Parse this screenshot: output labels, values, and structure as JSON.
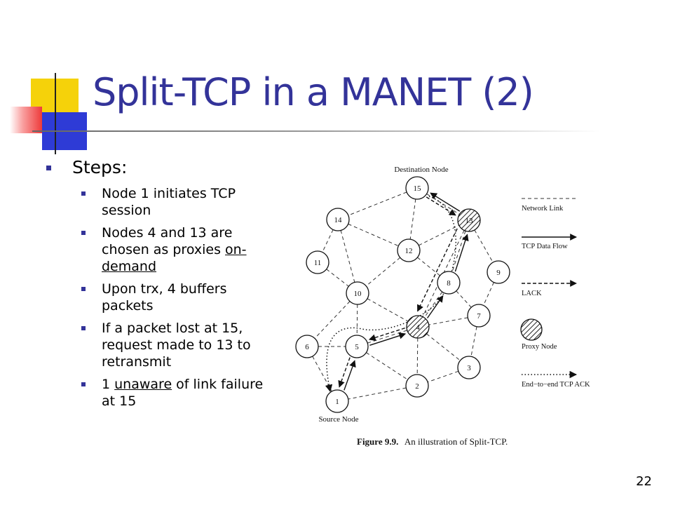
{
  "slide": {
    "title": "Split-TCP in a MANET (2)",
    "page_number": "22",
    "accent_color": "#333399"
  },
  "bullets": {
    "heading": "Steps:",
    "items": [
      {
        "parts": [
          {
            "text": "Node 1 initiates TCP session",
            "u": false
          }
        ]
      },
      {
        "parts": [
          {
            "text": "Nodes 4 and 13 are chosen as proxies ",
            "u": false
          },
          {
            "text": "on-demand",
            "u": true
          }
        ]
      },
      {
        "parts": [
          {
            "text": "Upon trx, 4 buffers packets",
            "u": false
          }
        ]
      },
      {
        "parts": [
          {
            "text": "If a packet lost at 15, request made to 13 to retransmit",
            "u": false
          }
        ]
      },
      {
        "parts": [
          {
            "text": "1 ",
            "u": false
          },
          {
            "text": "unaware",
            "u": true
          },
          {
            "text": " of link failure at 15",
            "u": false
          }
        ]
      }
    ]
  },
  "figure": {
    "destination_label": "Destination Node",
    "source_label": "Source Node",
    "caption_bold": "Figure 9.9.",
    "caption_text": "An illustration of Split-TCP.",
    "nodes": [
      {
        "id": "1",
        "proxy": false
      },
      {
        "id": "2",
        "proxy": false
      },
      {
        "id": "3",
        "proxy": false
      },
      {
        "id": "4",
        "proxy": true
      },
      {
        "id": "5",
        "proxy": false
      },
      {
        "id": "6",
        "proxy": false
      },
      {
        "id": "7",
        "proxy": false
      },
      {
        "id": "8",
        "proxy": false
      },
      {
        "id": "9",
        "proxy": false
      },
      {
        "id": "10",
        "proxy": false
      },
      {
        "id": "11",
        "proxy": false
      },
      {
        "id": "12",
        "proxy": false
      },
      {
        "id": "13",
        "proxy": true
      },
      {
        "id": "14",
        "proxy": false
      },
      {
        "id": "15",
        "proxy": false
      }
    ],
    "links": [
      [
        "15",
        "14"
      ],
      [
        "15",
        "12"
      ],
      [
        "15",
        "13"
      ],
      [
        "14",
        "11"
      ],
      [
        "14",
        "12"
      ],
      [
        "14",
        "10"
      ],
      [
        "12",
        "13"
      ],
      [
        "12",
        "10"
      ],
      [
        "12",
        "8"
      ],
      [
        "13",
        "8"
      ],
      [
        "13",
        "9"
      ],
      [
        "13",
        "4"
      ],
      [
        "11",
        "10"
      ],
      [
        "10",
        "6"
      ],
      [
        "10",
        "5"
      ],
      [
        "10",
        "4"
      ],
      [
        "8",
        "4"
      ],
      [
        "8",
        "7"
      ],
      [
        "9",
        "7"
      ],
      [
        "7",
        "4"
      ],
      [
        "7",
        "3"
      ],
      [
        "6",
        "5"
      ],
      [
        "6",
        "1"
      ],
      [
        "5",
        "4"
      ],
      [
        "5",
        "2"
      ],
      [
        "4",
        "2"
      ],
      [
        "4",
        "3"
      ],
      [
        "2",
        "1"
      ],
      [
        "3",
        "2"
      ]
    ],
    "legend": [
      {
        "label": "Network Link",
        "style": "dashed-line"
      },
      {
        "label": "TCP Data Flow",
        "style": "solid-arrow"
      },
      {
        "label": "LACK",
        "style": "dashed-arrow"
      },
      {
        "label": "Proxy Node",
        "style": "hatched-circle"
      },
      {
        "label": "End−to−end TCP ACK",
        "style": "dotted-arrow"
      }
    ]
  }
}
